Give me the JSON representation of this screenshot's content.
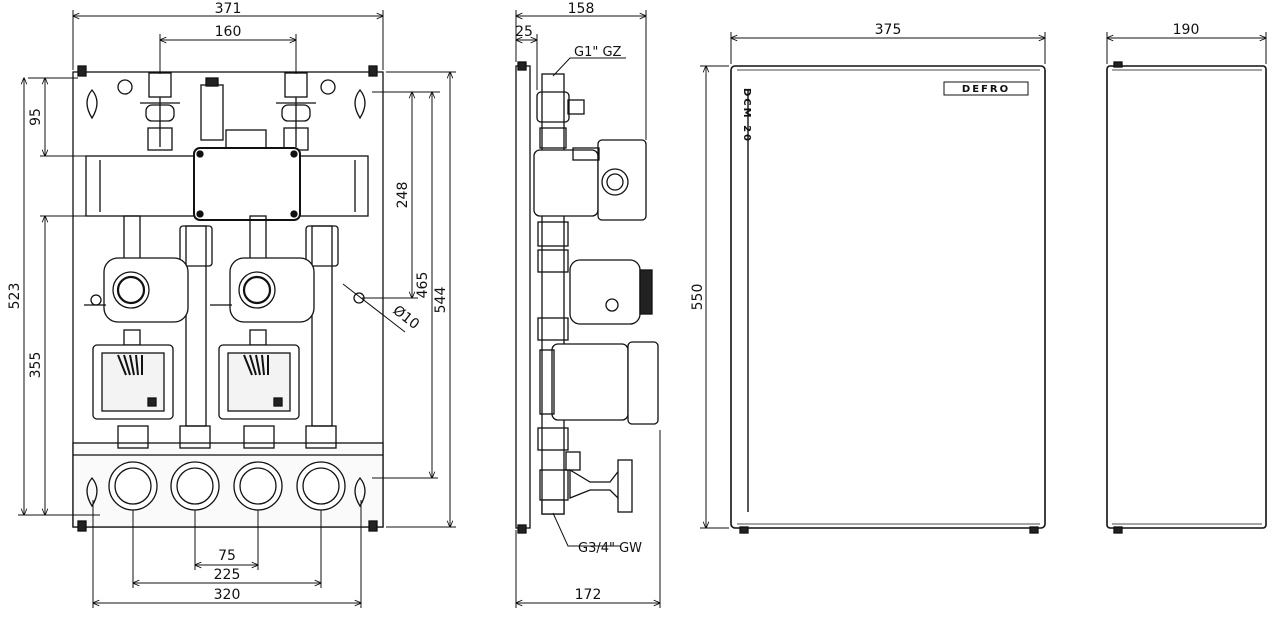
{
  "front_view": {
    "dims": {
      "overall_width": "371",
      "top_spacing": "160",
      "top_offset": "95",
      "total_height": "523",
      "lower_height": "355",
      "hole_height_1": "248",
      "hole_height_2": "465",
      "mount_height": "544",
      "hole_diameter": "Ø10",
      "bottom_spacing_inner": "75",
      "bottom_spacing_middle": "225",
      "bottom_spacing_outer": "320"
    }
  },
  "side_view": {
    "dims": {
      "depth": "158",
      "plate_offset": "25",
      "base_depth": "172"
    },
    "labels": {
      "top_connection": "G1\" GZ",
      "bottom_connection": "G3/4\" GW"
    }
  },
  "cover_front": {
    "dims": {
      "width": "375",
      "height": "550"
    },
    "brand": "DEFRO",
    "model": "DCM 20"
  },
  "cover_side": {
    "dims": {
      "depth": "190"
    }
  }
}
